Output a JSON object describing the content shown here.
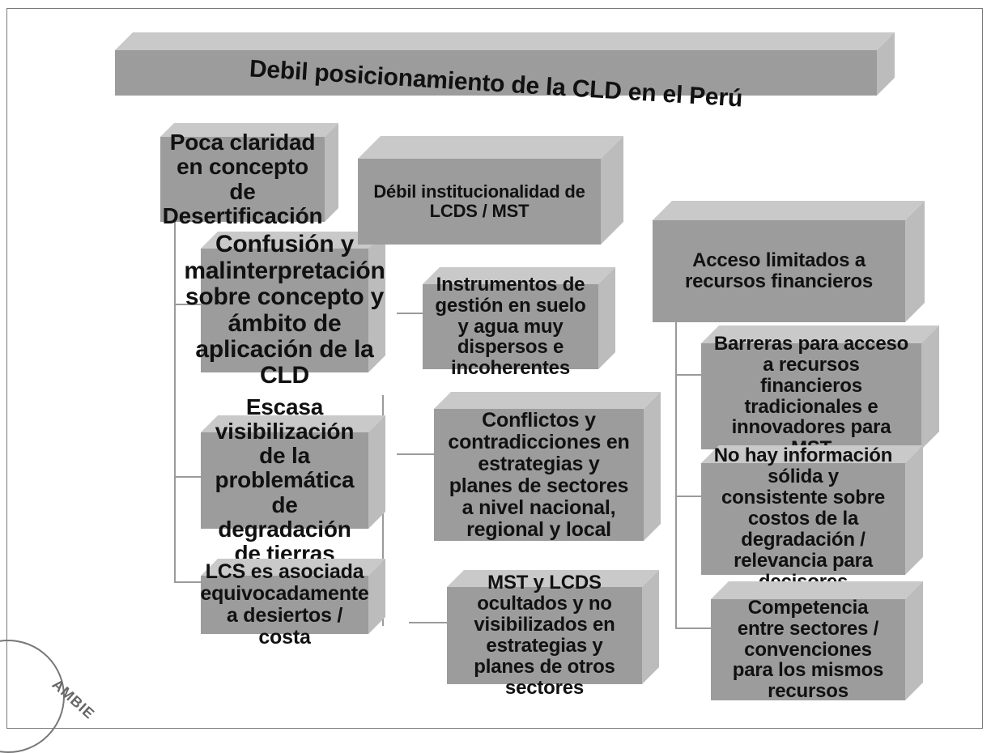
{
  "title": "Debil posicionamiento de la CLD en el Perú",
  "columns": [
    {
      "header": "Poca claridad en concepto de Desertificación",
      "items": [
        "Confusión y malinterpretación sobre concepto y ámbito de aplicación de la CLD",
        "Escasa visibilización de la problemática de degradación de tierras",
        "LCS es asociada equivocadamente a desiertos / costa"
      ]
    },
    {
      "header": "Débil institucionalidad de LCDS / MST",
      "items": [
        "Instrumentos de gestión en suelo y agua muy dispersos e incoherentes",
        "Conflictos y contradicciones en estrategias y planes de sectores a nivel nacional, regional y local",
        "MST y LCDS ocultados y no visibilizados en estrategias y planes de otros sectores"
      ]
    },
    {
      "header": "Acceso limitados a recursos financieros",
      "items": [
        "Barreras para acceso a recursos financieros tradicionales e innovadores para MST",
        "No hay información sólida y consistente sobre costos de la degradación / relevancia para decisores",
        "Competencia entre sectores / convenciones para los mismos recursos"
      ]
    }
  ],
  "seal": {
    "text": "AMBIE"
  },
  "colors": {
    "front": "#9c9c9c",
    "top": "#c9c9c9",
    "side": "#bcbcbc",
    "text": "#111111"
  }
}
